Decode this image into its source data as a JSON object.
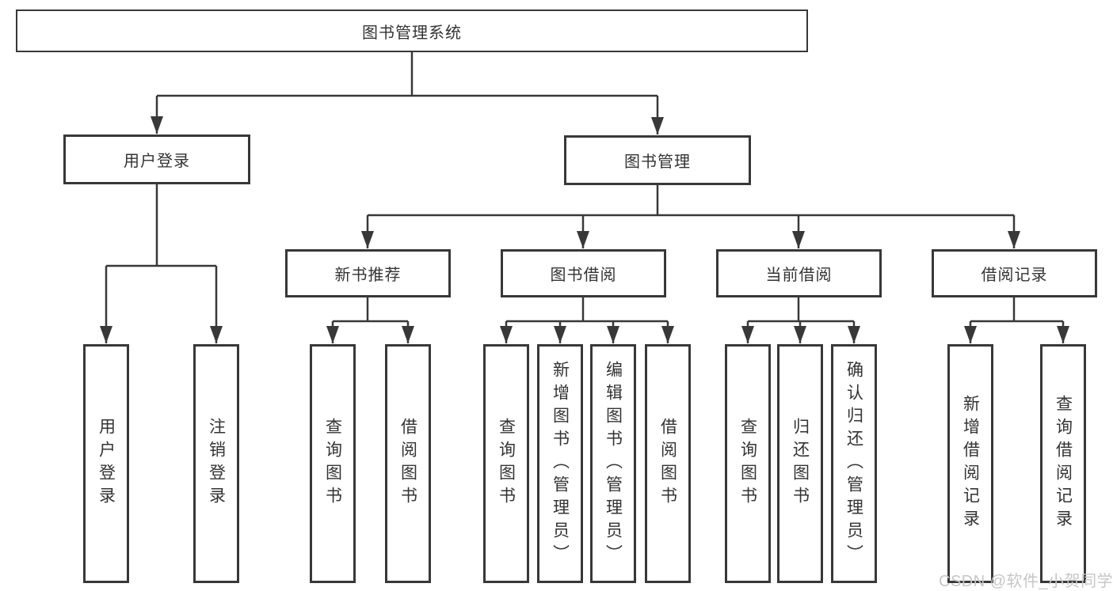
{
  "diagram": {
    "root": {
      "label": "图书管理系统"
    },
    "level2": {
      "user_login": {
        "label": "用户登录"
      },
      "book_mgmt": {
        "label": "图书管理"
      }
    },
    "level3": {
      "new_books": {
        "label": "新书推荐"
      },
      "book_borrow": {
        "label": "图书借阅"
      },
      "current_borrow": {
        "label": "当前借阅"
      },
      "borrow_records": {
        "label": "借阅记录"
      }
    },
    "leaves": {
      "user_login": "用户登录",
      "logout": "注销登录",
      "nb_query": "查询图书",
      "nb_borrow": "借阅图书",
      "bb_query": "查询图书",
      "bb_add": "新增图书（管理员）",
      "bb_edit": "编辑图书（管理员）",
      "bb_borrow": "借阅图书",
      "cb_query": "查询图书",
      "cb_return": "归还图书",
      "cb_confirm": "确认归还（管理员）",
      "br_add": "新增借阅记录",
      "br_query": "查询借阅记录"
    }
  },
  "watermark": "CSDN @软件_小贺同学",
  "colors": {
    "line": "#383838",
    "text": "#333333",
    "watermark": "#c6c6c6",
    "background": "#ffffff"
  }
}
